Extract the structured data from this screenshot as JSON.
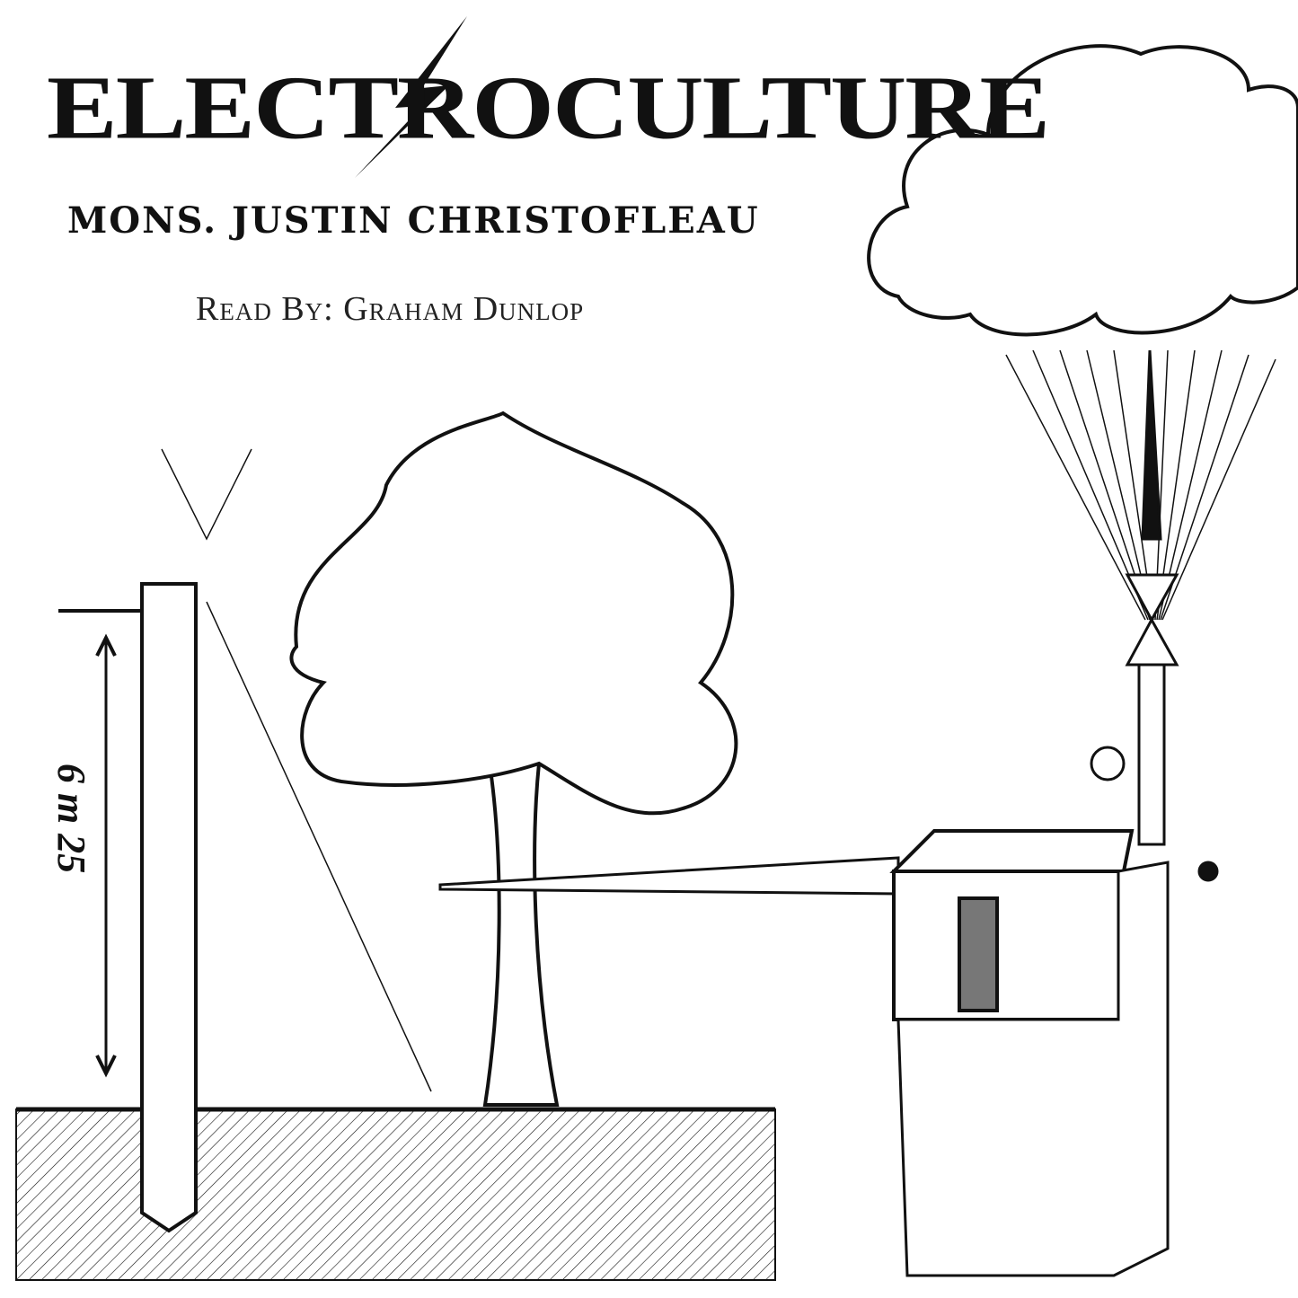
{
  "cover": {
    "title": "ELECTROCULTURE",
    "author": "MONS. JUSTIN CHRISTOFLEAU",
    "reader": "Read By: Graham Dunlop",
    "pole_measurement": "6 m 25"
  },
  "colors": {
    "ink": "#111111",
    "background": "#ffffff"
  }
}
